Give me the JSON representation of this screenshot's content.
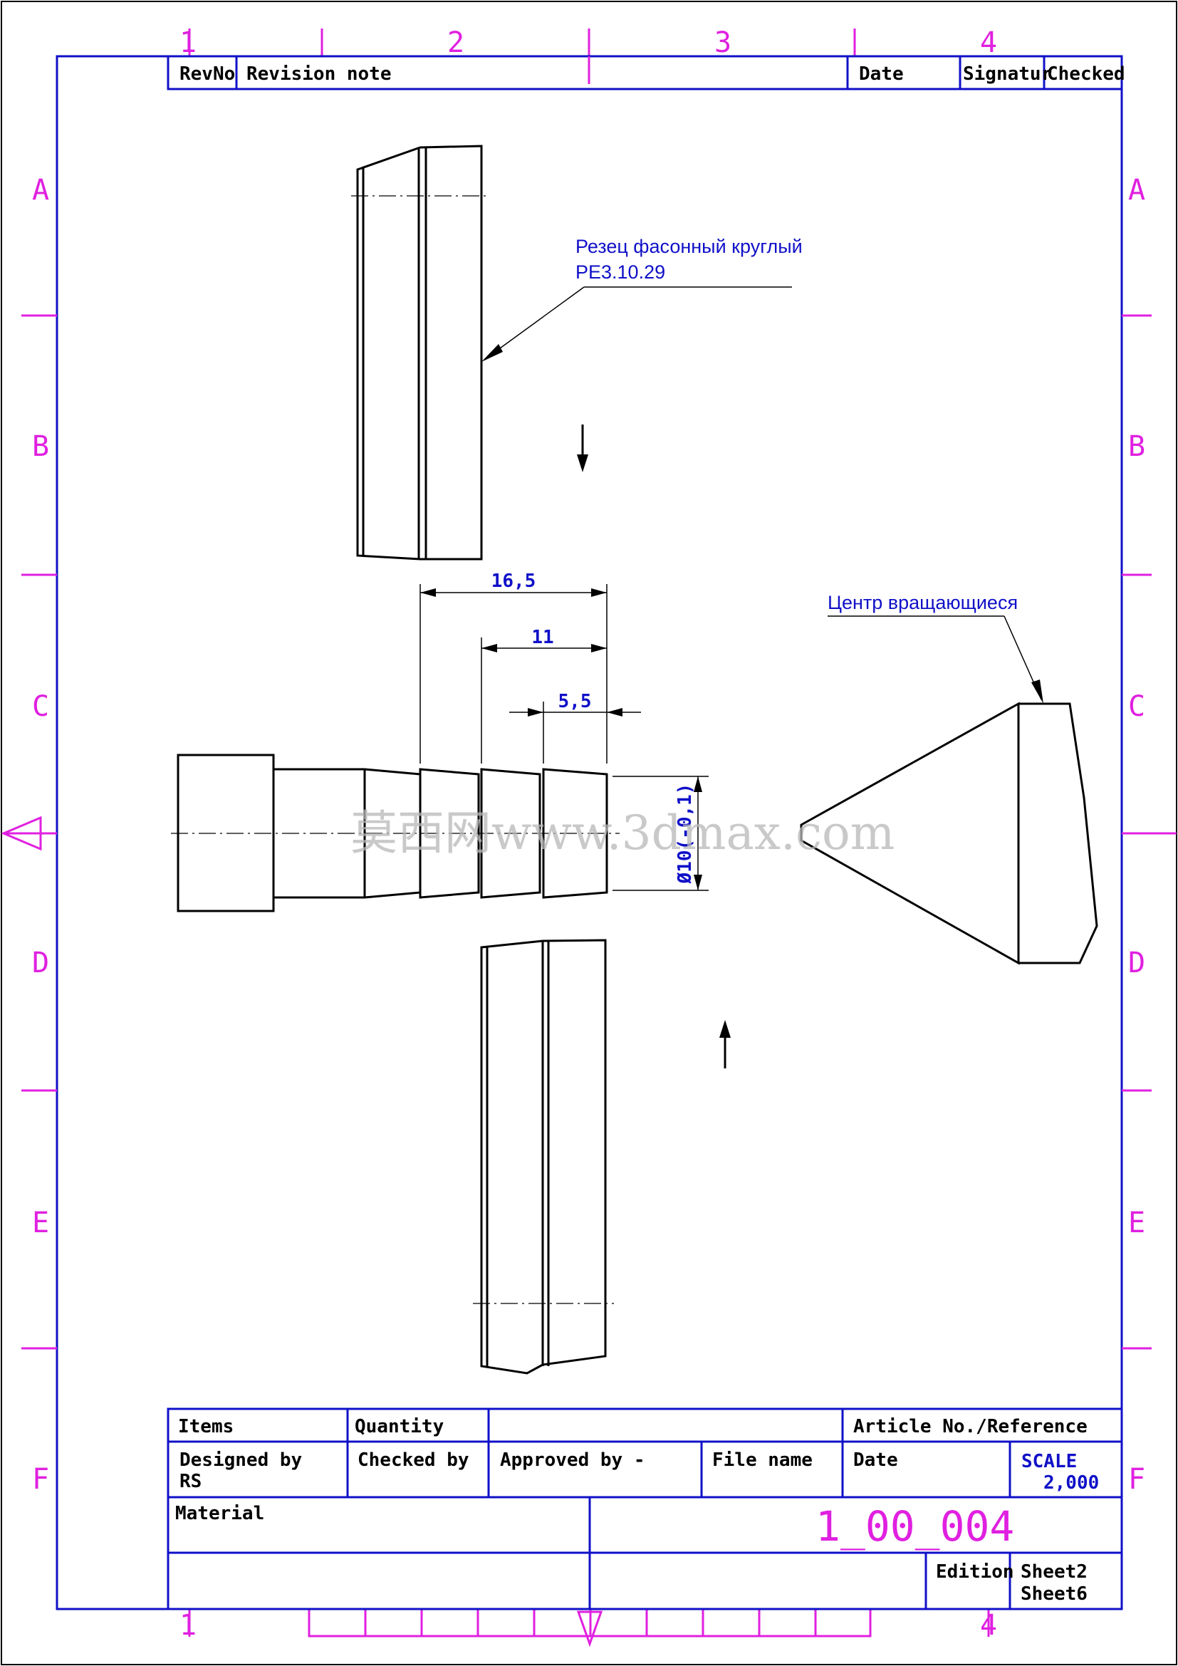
{
  "zones": {
    "columns": [
      "1",
      "2",
      "3",
      "4"
    ],
    "rows": [
      "A",
      "B",
      "C",
      "D",
      "E",
      "F"
    ]
  },
  "revision_block": {
    "rev_no": "RevNo",
    "revision_note": "Revision note",
    "date": "Date",
    "signature": "Signatur",
    "checked": "Checked"
  },
  "annotations": {
    "cutter_line1": "Резец фасонный круглый",
    "cutter_line2": "РЕ3.10.29",
    "center": "Центр вращающиеся"
  },
  "dimensions": {
    "d1": "16,5",
    "d2": "11",
    "d3": "5,5",
    "diameter": "Ø10(-0,1)"
  },
  "watermark": "莫西网www.3dmax.com",
  "title_block": {
    "items": "Items",
    "quantity": "Quantity",
    "article": "Article No./Reference",
    "designed_by": "Designed by",
    "designer": "RS",
    "checked_by": "Checked by",
    "approved_by": "Approved by -",
    "file_name": "File name",
    "date": "Date",
    "scale_label": "SCALE",
    "scale_value": "2,000",
    "material": "Material",
    "drawing_number": "1_00_004",
    "edition": "Edition",
    "sheet": "Sheet2",
    "sheets": "Sheet6"
  }
}
